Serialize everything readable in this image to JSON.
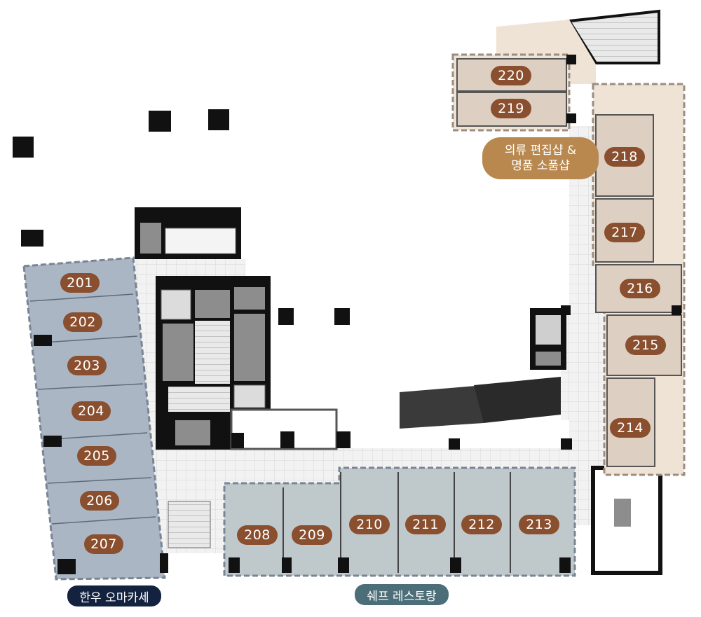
{
  "colors": {
    "unit_label": "#8a4f2e",
    "fashion_zone_fill": "#efe3d6",
    "fashion_label": "#b8884f",
    "hanwoo_zone_fill": "#aab6c4",
    "hanwoo_label": "#13233f",
    "chef_zone_fill": "#bfc9cc",
    "chef_label": "#4c6e78",
    "wall": "#111111",
    "core": "#8d8d8d"
  },
  "units": [
    "201",
    "202",
    "203",
    "204",
    "205",
    "206",
    "207",
    "208",
    "209",
    "210",
    "211",
    "212",
    "213",
    "214",
    "215",
    "216",
    "217",
    "218",
    "219",
    "220"
  ],
  "zones": {
    "fashion": "의류 편집샵 &\n명품 소품샵",
    "hanwoo": "한우 오마카세",
    "chef": "쉐프 레스토랑"
  }
}
